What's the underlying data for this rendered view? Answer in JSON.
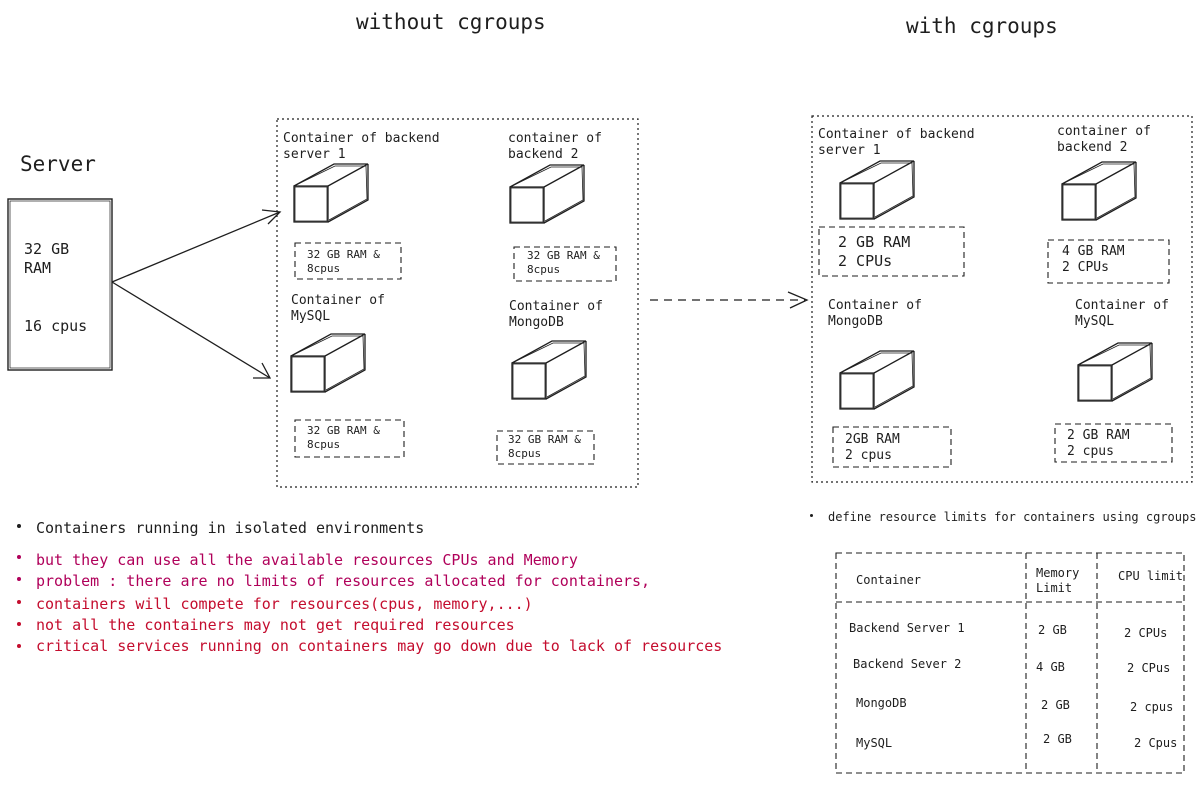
{
  "titles": {
    "without": "without cgroups",
    "with": "with cgroups"
  },
  "server": {
    "label": "Server",
    "ram": "32 GB\nRAM",
    "cpus": "16 cpus"
  },
  "without_cgroups": {
    "containers": [
      {
        "name": "Container of backend\nserver 1",
        "resources": "32 GB RAM &\n8cpus"
      },
      {
        "name": "container of\nbackend 2",
        "resources": "32 GB RAM &\n8cpus"
      },
      {
        "name": "Container of\nMySQL",
        "resources": "32 GB RAM &\n8cpus"
      },
      {
        "name": "Container of\nMongoDB",
        "resources": "32 GB RAM &\n8cpus"
      }
    ]
  },
  "with_cgroups": {
    "containers": [
      {
        "name": "Container of backend\nserver 1",
        "resources": "2 GB RAM\n2 CPUs"
      },
      {
        "name": "container of\nbackend 2",
        "resources": "4 GB RAM\n2 CPUs"
      },
      {
        "name": "Container of\nMongoDB",
        "resources": "2GB RAM\n2 cpus"
      },
      {
        "name": "Container of\nMySQL",
        "resources": "2 GB RAM\n2 cpus"
      }
    ]
  },
  "notes": {
    "black": "Containers running in isolated environments",
    "red": [
      "but they can use all the available resources CPUs and Memory",
      "problem : there are no limits of resources allocated for containers,",
      "containers will compete for resources(cpus, memory,...)",
      "not all the containers may not get required resources",
      "critical services running on containers may go down due to lack of resources"
    ],
    "right": "define resource limits for containers using cgroups"
  },
  "table": {
    "headers": [
      "Container",
      "Memory\nLimit",
      "CPU limit"
    ],
    "rows": [
      [
        "Backend Server 1",
        "2 GB",
        "2 CPUs"
      ],
      [
        "Backend Sever 2",
        "4 GB",
        "2 CPus"
      ],
      [
        "MongoDB",
        "2 GB",
        "2 cpus"
      ],
      [
        "MySQL",
        "2 GB",
        "2 Cpus"
      ]
    ]
  }
}
